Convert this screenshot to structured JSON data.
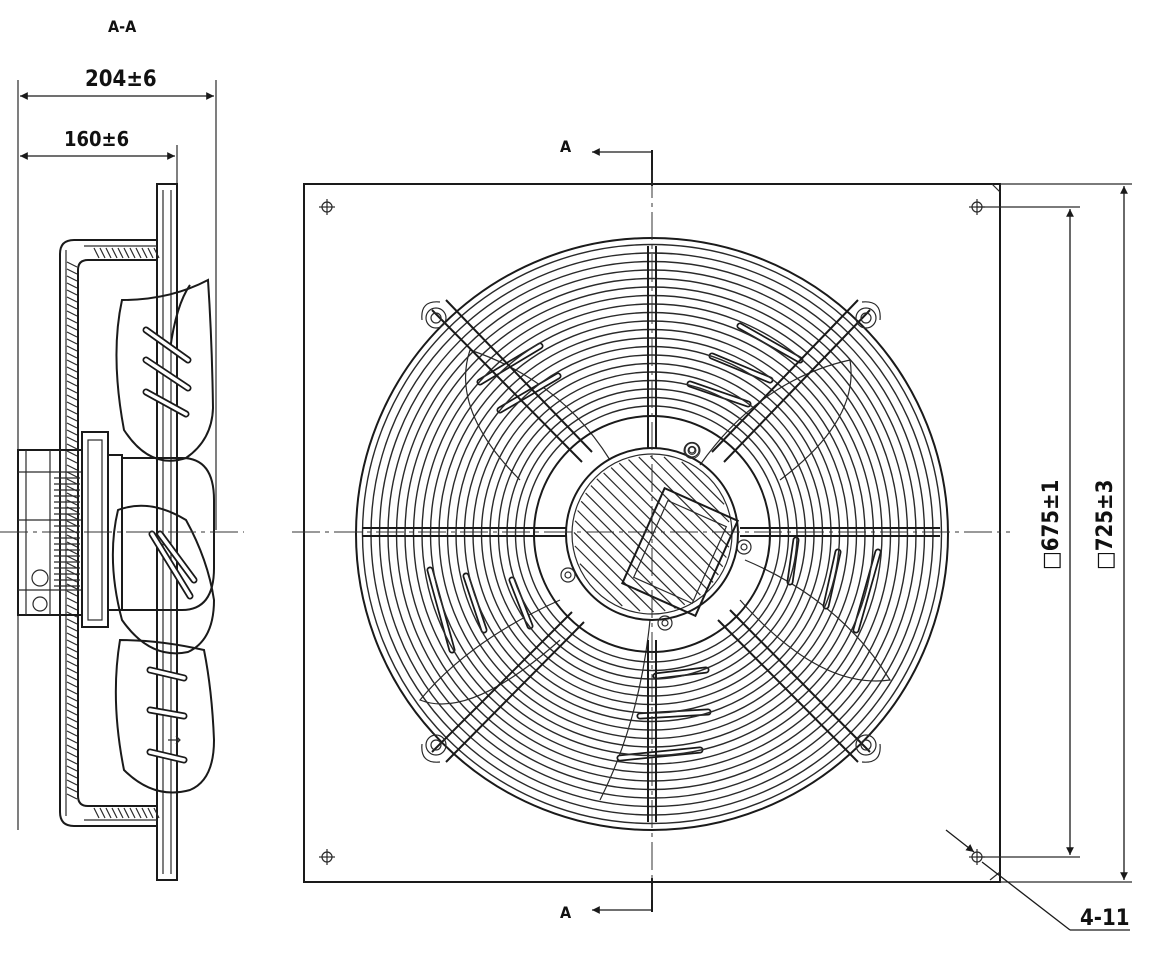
{
  "section_view": {
    "title": "A-A",
    "overall_depth": "204±6",
    "housing_depth": "160±6"
  },
  "front_view": {
    "section_mark_top": "A",
    "section_mark_bottom": "A",
    "hole_pitch": "□675±1",
    "plate_size": "□725±3",
    "mounting_holes": "4-11"
  }
}
